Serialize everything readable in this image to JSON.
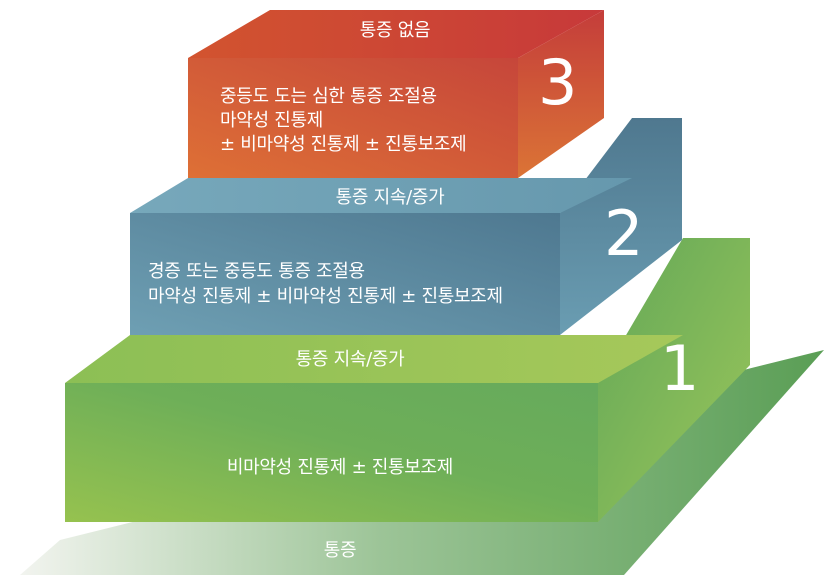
{
  "base": {
    "label": "통증"
  },
  "steps": [
    {
      "number": "1",
      "top_label": "통증 지속/증가",
      "front_text": [
        "비마약성 진통제 ± 진통보조제"
      ]
    },
    {
      "number": "2",
      "top_label": "통증 지속/증가",
      "front_text": [
        "경증 또는 중등도 통증 조절용",
        "마약성 진통제 ± 비마약성 진통제 ± 진통보조제"
      ]
    },
    {
      "number": "3",
      "top_label": "통증 없음",
      "front_text": [
        "중등도 도는 심한 통증 조절용",
        "마약성 진통제",
        "± 비마약성 진통제 ± 진통보조제"
      ]
    }
  ],
  "colors": {
    "green": "#7cb856",
    "blue": "#5f93a8",
    "orange": "#d9653a",
    "red": "#c8423a"
  }
}
